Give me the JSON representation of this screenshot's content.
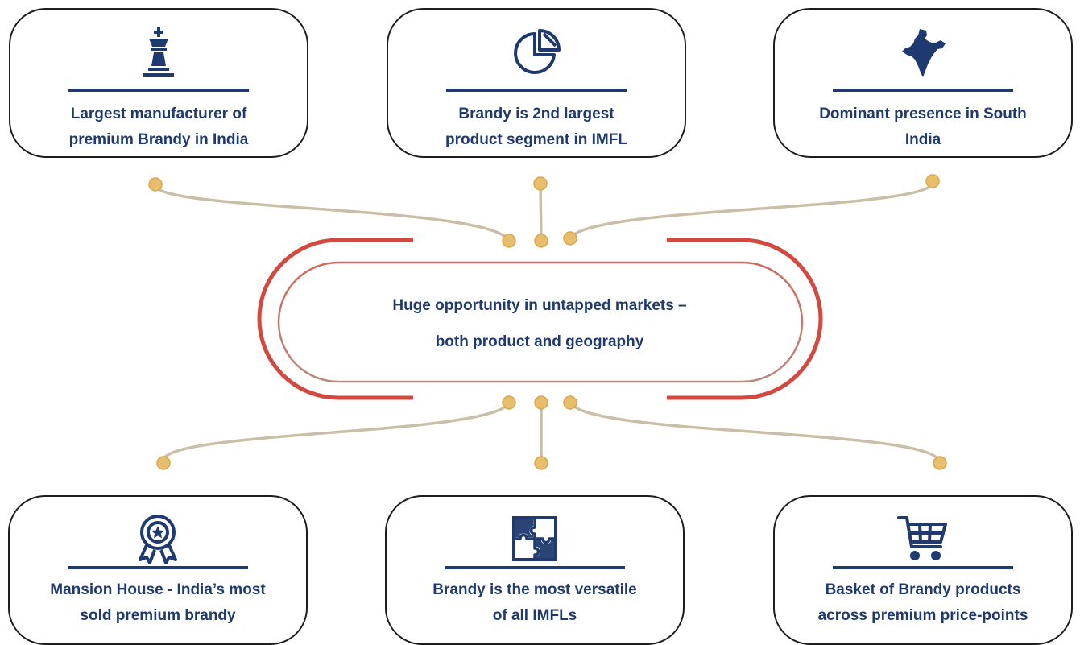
{
  "center": {
    "line1": "Huge opportunity in untapped markets –",
    "line2": "both product and geography"
  },
  "cards": [
    {
      "icon": "chess-king-icon",
      "lines": [
        "Largest manufacturer of",
        "premium Brandy in India"
      ]
    },
    {
      "icon": "pie-chart-icon",
      "lines": [
        "Brandy is 2nd largest",
        "product segment in IMFL"
      ]
    },
    {
      "icon": "india-map-icon",
      "lines": [
        "Dominant presence in South",
        "India"
      ]
    },
    {
      "icon": "award-badge-icon",
      "lines": [
        "Mansion House - India’s most",
        "sold premium brandy"
      ]
    },
    {
      "icon": "puzzle-icon",
      "lines": [
        "Brandy is the most versatile",
        "of all IMFLs"
      ]
    },
    {
      "icon": "shopping-cart-icon",
      "lines": [
        "Basket of Brandy products",
        "across premium price-points"
      ]
    }
  ],
  "colors": {
    "text": "#1f3a6e",
    "ring_outer": "#d3483f",
    "ring_inner": "#c2786b",
    "connector": "#c9bea6",
    "node": "#e6be6c",
    "card_border": "#1d1d1d"
  }
}
